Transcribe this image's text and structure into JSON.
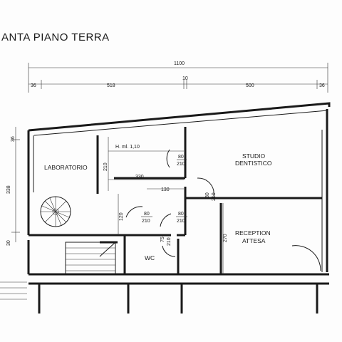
{
  "title": "ANTA PIANO TERRA",
  "rooms": {
    "laboratorio": "LABORATORIO",
    "studio_line1": "STUDIO",
    "studio_line2": "DENTISTICO",
    "reception_line1": "RECEPTION",
    "reception_line2": "ATTESA",
    "wc": "WC"
  },
  "dimensions": {
    "total_width": "1100",
    "d36_left": "36",
    "d518": "518",
    "d10": "10",
    "d500": "500",
    "d36_right": "36",
    "d338": "338",
    "d36_vertical": "36",
    "d30_vertical": "30",
    "d270": "270",
    "height_note": "H. ml. 1,10",
    "d330": "330",
    "d130": "130",
    "d120": "120",
    "d210_lab": "210",
    "door1_w": "80",
    "door1_h": "210",
    "door2_w": "80",
    "door2_h": "210",
    "door3_w": "80",
    "door3_h": "210",
    "door4_w": "80",
    "door4_h": "210",
    "door5_w": "75",
    "door5_h": "210"
  }
}
